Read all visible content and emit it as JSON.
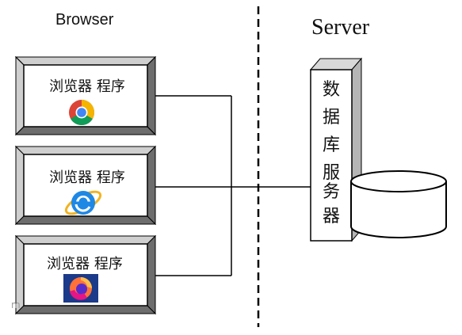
{
  "labels": {
    "browser_section": "Browser",
    "server_section": "Server"
  },
  "clients": [
    {
      "label": "浏览器 程序",
      "icon": "chrome-icon"
    },
    {
      "label": "浏览器 程序",
      "icon": "ie-icon"
    },
    {
      "label": "浏览器 程序",
      "icon": "firefox-icon"
    }
  ],
  "database_server": {
    "chars": [
      "数",
      "据",
      "库",
      "服",
      "务",
      "器"
    ]
  },
  "colors": {
    "panel_fill": "#ffffff",
    "bevel_dark": "#6d6d6d",
    "bevel_light": "#cfcfcf",
    "stroke": "#000000",
    "column_side": "#b5b5b5",
    "column_top": "#d8d8d8"
  }
}
